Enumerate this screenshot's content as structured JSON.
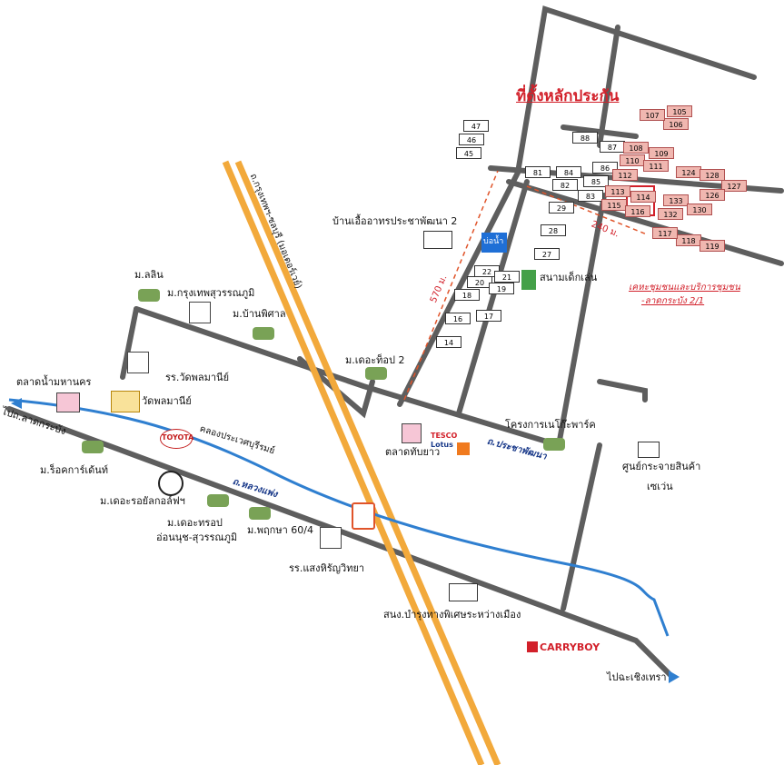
{
  "colors": {
    "road": "#5e5e5e",
    "highway": "#f2a93b",
    "canal": "#2f7fd0",
    "accent_red": "#d2202a",
    "road_label": "#1a3a8a",
    "plot_highlight": "#f0b7b0",
    "water_plot": "#1f6fd6",
    "playground": "#44a048"
  },
  "header": {
    "project_location": "ที่ตั้งหลักประกัน"
  },
  "roads": {
    "motorway": "ถ.กรุงเทพฯ-ชลบุรี (มอเตอร์เวย์)",
    "prachapattana": "ถ.ประชาพัฒนา",
    "luang_phaeng": "ถ.หลวงแพ่ง",
    "canal": "คลองประเวศบุรีรมย์"
  },
  "distances": {
    "d570": "570 ม.",
    "d240": "240 ม."
  },
  "directions": {
    "to_lat_krabang": "ไปถ.ลาดกระบัง",
    "to_chachoengsao": "ไปฉะเชิงเทรา"
  },
  "landmarks": {
    "floating_market": "ตลาดน้ำมหานคร",
    "rock_garden": "ม.ร็อคการ์เด้นท์",
    "the_royal_golf": "ม.เดอะรอยัลกอล์ฟฯ",
    "the_trop": "ม.เดอะทรอป",
    "onnut_suvarnabhumi": "อ่อนนุช-สุวรรณภูมิ",
    "pruksa": "ม.พฤกษา 60/4",
    "saeng_hiran_school": "รร.แสงหิรัญวิทยา",
    "wat_phonmanee_school": "รร.วัดพลมานีย์",
    "wat_phonmanee": "วัดพลมานีย์",
    "lalin": "ม.ลลิน",
    "krungthep_suvarnabhumi": "ม.กรุงเทพสุวรรณภูมิ",
    "baan_pisan": "ม.บ้านพิศาล",
    "the_top_2": "ม.เดอะท็อป 2",
    "tab_yao_market": "ตลาดทับยาว",
    "tesco_line1": "TESCO",
    "tesco_line2": "Lotus",
    "neo_park": "โครงการเนโก๊ะพาร์ค",
    "seven_distribution_1": "ศูนย์กระจายสินค้า",
    "seven_distribution_2": "เซเว่น",
    "highway_office": "สนง.บำรุงทางพิเศษระหว่างเมือง",
    "carryboy": "CARRYBOY",
    "toyota": "TOYOTA",
    "elderly_home": "บ้านเอื้ออาทรประชาพัฒนา 2",
    "well": "บ่อน้ำ",
    "playground": "สนามเด็กเล่น",
    "community_office_1": "เคหะชุมชนและบริการชุมชน",
    "community_office_2": "-ลาดกระบัง 2/1"
  },
  "plots_left": [
    "47",
    "46",
    "45",
    "81",
    "84",
    "82",
    "85",
    "83",
    "29",
    "28",
    "27",
    "22",
    "21",
    "20",
    "19",
    "18",
    "17",
    "16",
    "14"
  ],
  "plots_right": [
    "88",
    "87",
    "86",
    "108",
    "109",
    "110",
    "111",
    "112",
    "113",
    "114",
    "115",
    "116",
    "105",
    "106",
    "107",
    "124",
    "128",
    "127",
    "126",
    "133",
    "130",
    "132",
    "118",
    "119",
    "117"
  ]
}
